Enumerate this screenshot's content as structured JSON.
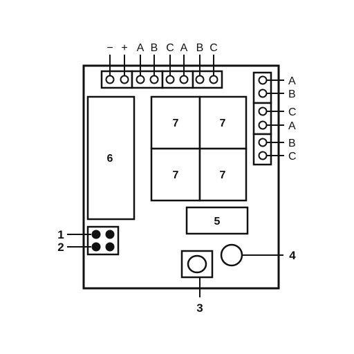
{
  "top_terminals": {
    "labels": [
      "−",
      "+",
      "A",
      "B",
      "C",
      "A",
      "B",
      "C"
    ]
  },
  "right_terminals": {
    "labels": [
      "A",
      "B",
      "C",
      "A",
      "B",
      "C"
    ]
  },
  "components": {
    "module_6": "6",
    "relay_7_tl": "7",
    "relay_7_tr": "7",
    "relay_7_bl": "7",
    "relay_7_br": "7",
    "module_5": "5"
  },
  "callouts": {
    "c1": "1",
    "c2": "2",
    "c3": "3",
    "c4": "4"
  }
}
